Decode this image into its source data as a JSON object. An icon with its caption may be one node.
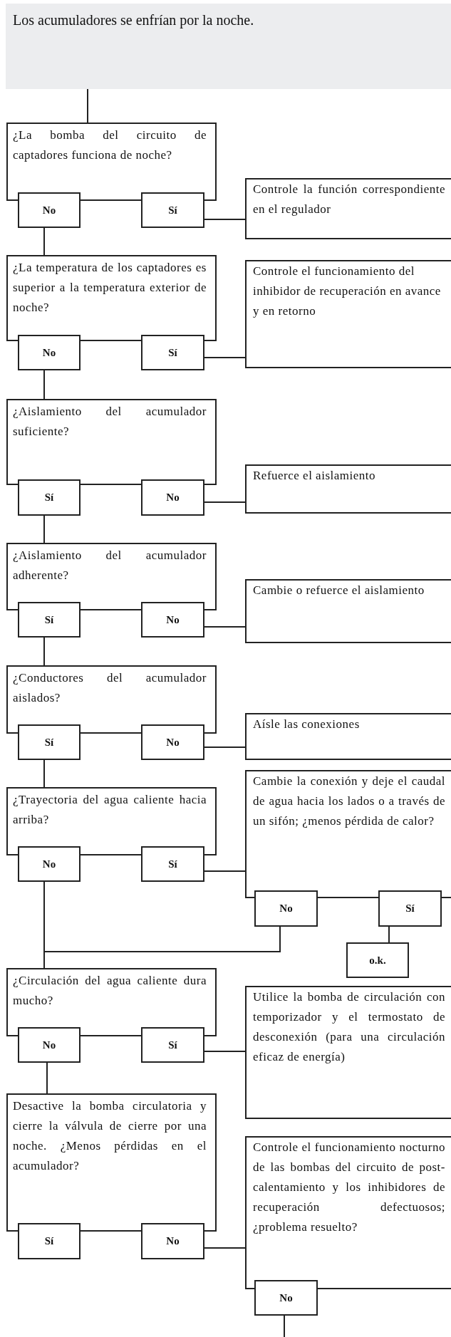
{
  "diagram": {
    "nodes": [
      {
        "text": [
          "Los acumuladores se enfrían por la noche."
        ]
      },
      {
        "text": [
          "¿La bomba del circuito de captadores funciona de noche?"
        ]
      },
      {
        "text": [
          "No"
        ]
      },
      {
        "text": [
          "Sí"
        ]
      },
      {
        "text": [
          "Controle la función correspondiente en el regulador"
        ]
      },
      {
        "text": [
          "¿La temperatura de los captadores es superior a la temperatura exterior de noche?"
        ]
      },
      {
        "text": [
          "No"
        ]
      },
      {
        "text": [
          "Sí"
        ]
      },
      {
        "text": [
          "Controle el funcionamiento del inhibidor de recuperación en avance y en retorno"
        ]
      },
      {
        "text": [
          "¿Aislamiento del acumulador suficiente?"
        ]
      },
      {
        "text": [
          "Sí"
        ]
      },
      {
        "text": [
          "No"
        ]
      },
      {
        "text": [
          "Refuerce el aislamiento"
        ]
      },
      {
        "text": [
          "¿Aislamiento del acumulador adherente?"
        ]
      },
      {
        "text": [
          "Sí"
        ]
      },
      {
        "text": [
          "No"
        ]
      },
      {
        "text": [
          "Cambie o refuerce el aislamiento"
        ]
      },
      {
        "text": [
          "¿Conductores del acumulador aislados?"
        ]
      },
      {
        "text": [
          "Sí"
        ]
      },
      {
        "text": [
          "No"
        ]
      },
      {
        "text": [
          "Aísle las conexiones"
        ]
      },
      {
        "text": [
          "¿Trayectoria del agua caliente hacia arriba?"
        ]
      },
      {
        "text": [
          "No"
        ]
      },
      {
        "text": [
          "Sí"
        ]
      },
      {
        "text": [
          "Cambie la conexión y deje el caudal de agua hacia los lados o a través de un sifón; ¿menos pérdida de calor?"
        ]
      },
      {
        "text": [
          "No"
        ]
      },
      {
        "text": [
          "Sí"
        ]
      },
      {
        "text": [
          "o.k."
        ]
      },
      {
        "text": [
          "¿Circulación del agua caliente dura mucho?"
        ]
      },
      {
        "text": [
          "No"
        ]
      },
      {
        "text": [
          "Sí"
        ]
      },
      {
        "text": [
          "Utilice la bomba de circulación con temporizador y el termostato de desconexión (para una circulación eficaz de energía)"
        ]
      },
      {
        "text": [
          "Desactive la bomba circulatoria y cierre la válvula de cierre por una noche. ¿Menos pérdidas en el acumulador?"
        ]
      },
      {
        "text": [
          "Sí"
        ]
      },
      {
        "text": [
          "No"
        ]
      },
      {
        "text": [
          "Controle el funcionamiento nocturno de las bombas del circuito de post-calentamiento y los inhibidores de recuperación defectuosos; ¿problema resuelto?"
        ]
      },
      {
        "text": [
          "No"
        ]
      }
    ],
    "edges": [
      {
        "from": 0,
        "to": 1,
        "arrow": "none"
      },
      {
        "from": 3,
        "to": 4,
        "arrow": "none"
      },
      {
        "from": 2,
        "to": 5,
        "arrow": "none"
      },
      {
        "from": 7,
        "to": 8,
        "arrow": "none"
      },
      {
        "from": 6,
        "to": 9,
        "arrow": "none"
      },
      {
        "from": 11,
        "to": 12,
        "arrow": "none"
      },
      {
        "from": 10,
        "to": 13,
        "arrow": "none"
      },
      {
        "from": 15,
        "to": 16,
        "arrow": "none"
      },
      {
        "from": 14,
        "to": 17,
        "arrow": "none"
      },
      {
        "from": 19,
        "to": 20,
        "arrow": "none"
      },
      {
        "from": 18,
        "to": 21,
        "arrow": "none"
      },
      {
        "from": 23,
        "to": 24,
        "arrow": "none"
      },
      {
        "from": 22,
        "to": 28,
        "arrow": "none"
      },
      {
        "from": 25,
        "to": 28,
        "arrow": "none"
      },
      {
        "from": 26,
        "to": 27,
        "arrow": "none"
      },
      {
        "from": 30,
        "to": 31,
        "arrow": "none"
      },
      {
        "from": 29,
        "to": 32,
        "arrow": "none"
      },
      {
        "from": 34,
        "to": 35,
        "arrow": "none"
      },
      {
        "from": 36,
        "to": null,
        "arrow": "none"
      }
    ]
  }
}
